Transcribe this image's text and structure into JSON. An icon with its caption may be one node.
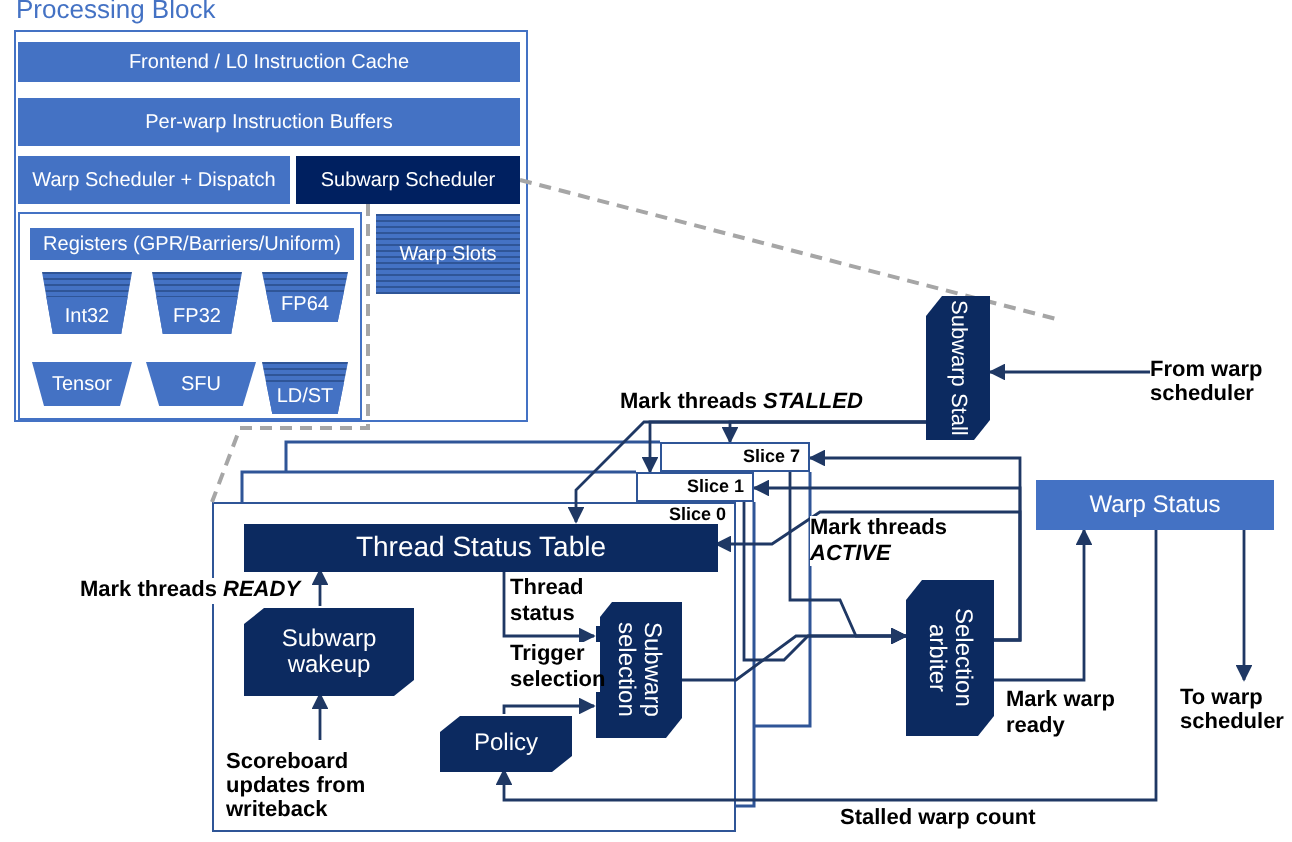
{
  "diagram": {
    "nodes": [
      {
        "text": [
          "Processing Block"
        ]
      },
      {
        "text": [
          "Frontend / L0 Instruction Cache"
        ],
        "in": 0
      },
      {
        "text": [
          "Per-warp Instruction Buffers"
        ],
        "in": 0
      },
      {
        "text": [
          "Warp Scheduler + Dispatch"
        ],
        "in": 0
      },
      {
        "text": [
          "Subwarp Scheduler"
        ],
        "in": 0
      },
      {
        "text": [],
        "shape": "box",
        "in": 0
      },
      {
        "text": [
          "Registers (GPR/Barriers/Uniform)"
        ],
        "in": 5
      },
      {
        "text": [
          "Int32"
        ],
        "in": 5
      },
      {
        "text": [
          "FP32"
        ],
        "in": 5
      },
      {
        "text": [
          "FP64"
        ],
        "in": 5
      },
      {
        "text": [
          "Tensor"
        ],
        "in": 5
      },
      {
        "text": [
          "SFU"
        ],
        "in": 5
      },
      {
        "text": [
          "LD/ST"
        ],
        "in": 5
      },
      {
        "text": [
          "Warp Slots"
        ],
        "in": 0
      },
      {
        "text": [
          "Slice 7"
        ]
      },
      {
        "text": [
          "Slice 1"
        ]
      },
      {
        "text": [
          "Slice 0"
        ]
      },
      {
        "text": [
          "Thread Status Table"
        ],
        "in": 16
      },
      {
        "text": [
          "Subwarp wakeup"
        ],
        "in": 16
      },
      {
        "text": [
          "Subwarp selection"
        ],
        "in": 16
      },
      {
        "text": [
          "Policy"
        ],
        "in": 16
      },
      {
        "text": [
          "Subwarp Stall"
        ]
      },
      {
        "text": [
          "Selection arbiter"
        ]
      },
      {
        "text": [
          "Warp Status"
        ]
      },
      {
        "text": [
          "From warp scheduler"
        ]
      },
      {
        "text": [
          "To warp scheduler"
        ]
      },
      {
        "text": [
          "Scoreboard updates from writeback"
        ],
        "in": 16
      }
    ],
    "edges": [
      {
        "from": 4,
        "to": 16,
        "arrow": "none",
        "style": "dashed",
        "color": "#a6a6a6"
      },
      {
        "from": 4,
        "to": null,
        "arrow": "none",
        "style": "dashed",
        "color": "#a6a6a6"
      },
      {
        "from": 24,
        "to": 21,
        "arrow": "to"
      },
      {
        "from": 21,
        "to": 17,
        "arrow": "to",
        "label": "Mark threads *STALLED*"
      },
      {
        "from": 21,
        "to": 15,
        "arrow": "to"
      },
      {
        "from": 21,
        "to": 14,
        "arrow": "to"
      },
      {
        "from": 26,
        "to": 18,
        "arrow": "to"
      },
      {
        "from": 18,
        "to": 17,
        "arrow": "to",
        "label": "Mark threads *READY*"
      },
      {
        "from": 17,
        "to": 19,
        "arrow": "to",
        "label": "Thread status"
      },
      {
        "from": 20,
        "to": 19,
        "arrow": "to",
        "label": "Trigger selection"
      },
      {
        "from": 19,
        "to": 22,
        "arrow": "to"
      },
      {
        "from": 15,
        "to": 22,
        "arrow": "to"
      },
      {
        "from": 14,
        "to": 22,
        "arrow": "to"
      },
      {
        "from": 22,
        "to": 17,
        "arrow": "to",
        "label": "Mark threads *ACTIVE*"
      },
      {
        "from": 22,
        "to": 15,
        "arrow": "to"
      },
      {
        "from": 22,
        "to": 14,
        "arrow": "to"
      },
      {
        "from": 22,
        "to": 23,
        "arrow": "to",
        "label": "Mark warp ready"
      },
      {
        "from": 23,
        "to": 25,
        "arrow": "to"
      },
      {
        "from": 23,
        "to": 20,
        "arrow": "to",
        "label": "Stalled warp count"
      }
    ]
  }
}
